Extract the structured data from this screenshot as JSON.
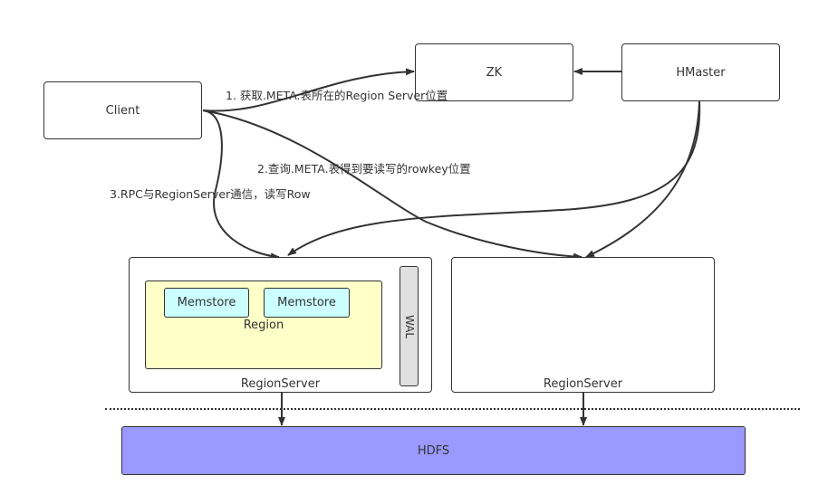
{
  "nodes": {
    "client": "Client",
    "zk": "ZK",
    "hmaster": "HMaster",
    "regionserver_1": "RegionServer",
    "regionserver_2": "RegionServer",
    "region": "Region",
    "memstore_1": "Memstore",
    "memstore_2": "Memstore",
    "wal": "WAL",
    "hdfs": "HDFS"
  },
  "edge_labels": {
    "step1": "1. 获取.META.表所在的Region Server位置",
    "step2": "2.查询.META.表得到要读写的rowkey位置",
    "step3": "3.RPC与RegionServer通信，读写Row"
  },
  "colors": {
    "region_fill": "#ffffc8",
    "memstore_fill": "#ccffff",
    "wal_fill": "#e0e0e0",
    "hdfs_fill": "#9999ff",
    "stroke": "#333333"
  }
}
